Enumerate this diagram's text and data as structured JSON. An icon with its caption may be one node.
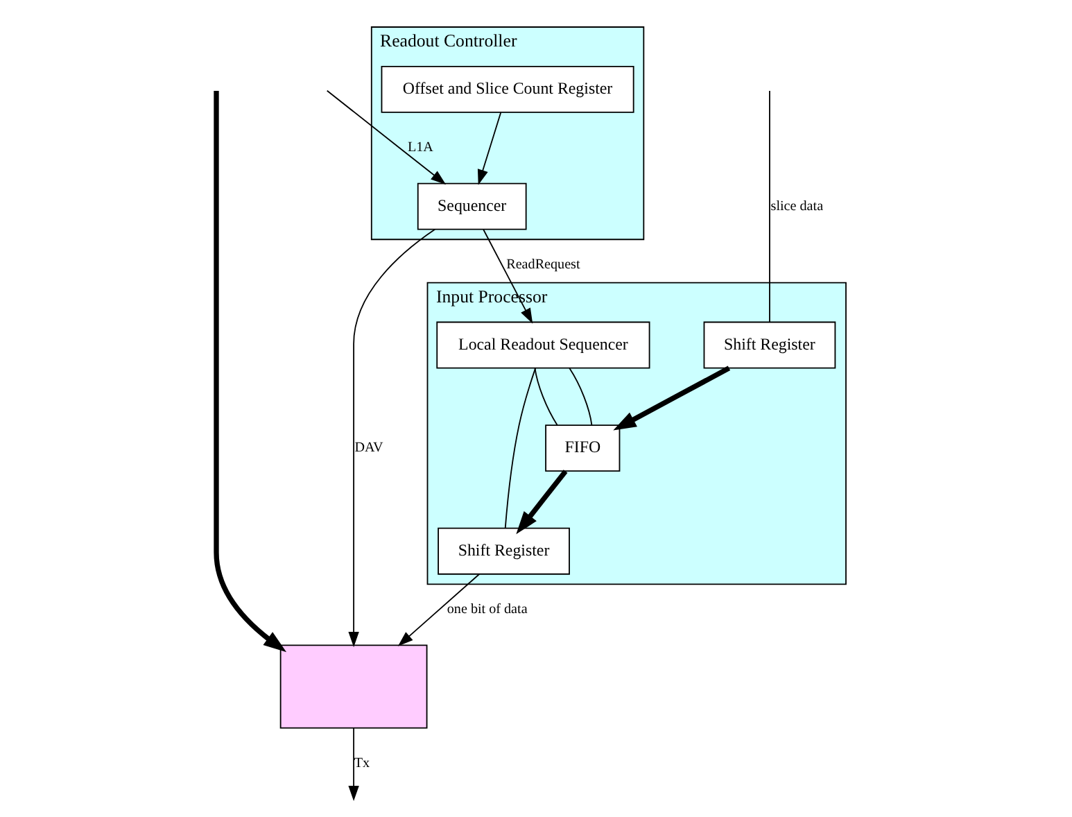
{
  "diagram": {
    "nodes": [
      {
        "text": [
          "Readout Controller"
        ]
      },
      {
        "text": [
          "Offset and Slice Count Register"
        ],
        "in": 0
      },
      {
        "text": [
          "Sequencer"
        ],
        "in": 0
      },
      {
        "text": [
          "Input Processor"
        ]
      },
      {
        "text": [
          "Shift Register"
        ],
        "in": 3
      },
      {
        "text": [
          "FIFO"
        ],
        "in": 3
      },
      {
        "text": [
          "Local Readout Sequencer"
        ],
        "in": 3
      },
      {
        "text": [
          "Shift Register"
        ],
        "in": 3
      },
      {
        "text": [],
        "shape": "box"
      }
    ],
    "edges": [
      {
        "from": null,
        "to": 4,
        "arrow": "none",
        "label": "slice data"
      },
      {
        "from": 1,
        "to": 2,
        "arrow": "to"
      },
      {
        "from": null,
        "to": 2,
        "arrow": "to",
        "label": "L1A"
      },
      {
        "from": 2,
        "to": 6,
        "arrow": "to",
        "label": "ReadRequest"
      },
      {
        "from": 4,
        "to": 5,
        "arrow": "to",
        "style": "thick"
      },
      {
        "from": 6,
        "to": 5,
        "arrow": "none"
      },
      {
        "from": 6,
        "to": 5,
        "arrow": "none"
      },
      {
        "from": 5,
        "to": 7,
        "arrow": "to",
        "style": "thick"
      },
      {
        "from": 6,
        "to": 7,
        "arrow": "none"
      },
      {
        "from": 7,
        "to": 8,
        "arrow": "to",
        "label": "one bit of data"
      },
      {
        "from": null,
        "to": 8,
        "arrow": "to",
        "style": "thick"
      },
      {
        "from": 2,
        "to": 8,
        "arrow": "to",
        "label": "DAV"
      },
      {
        "from": 8,
        "to": null,
        "arrow": "to",
        "label": "Tx"
      }
    ]
  }
}
